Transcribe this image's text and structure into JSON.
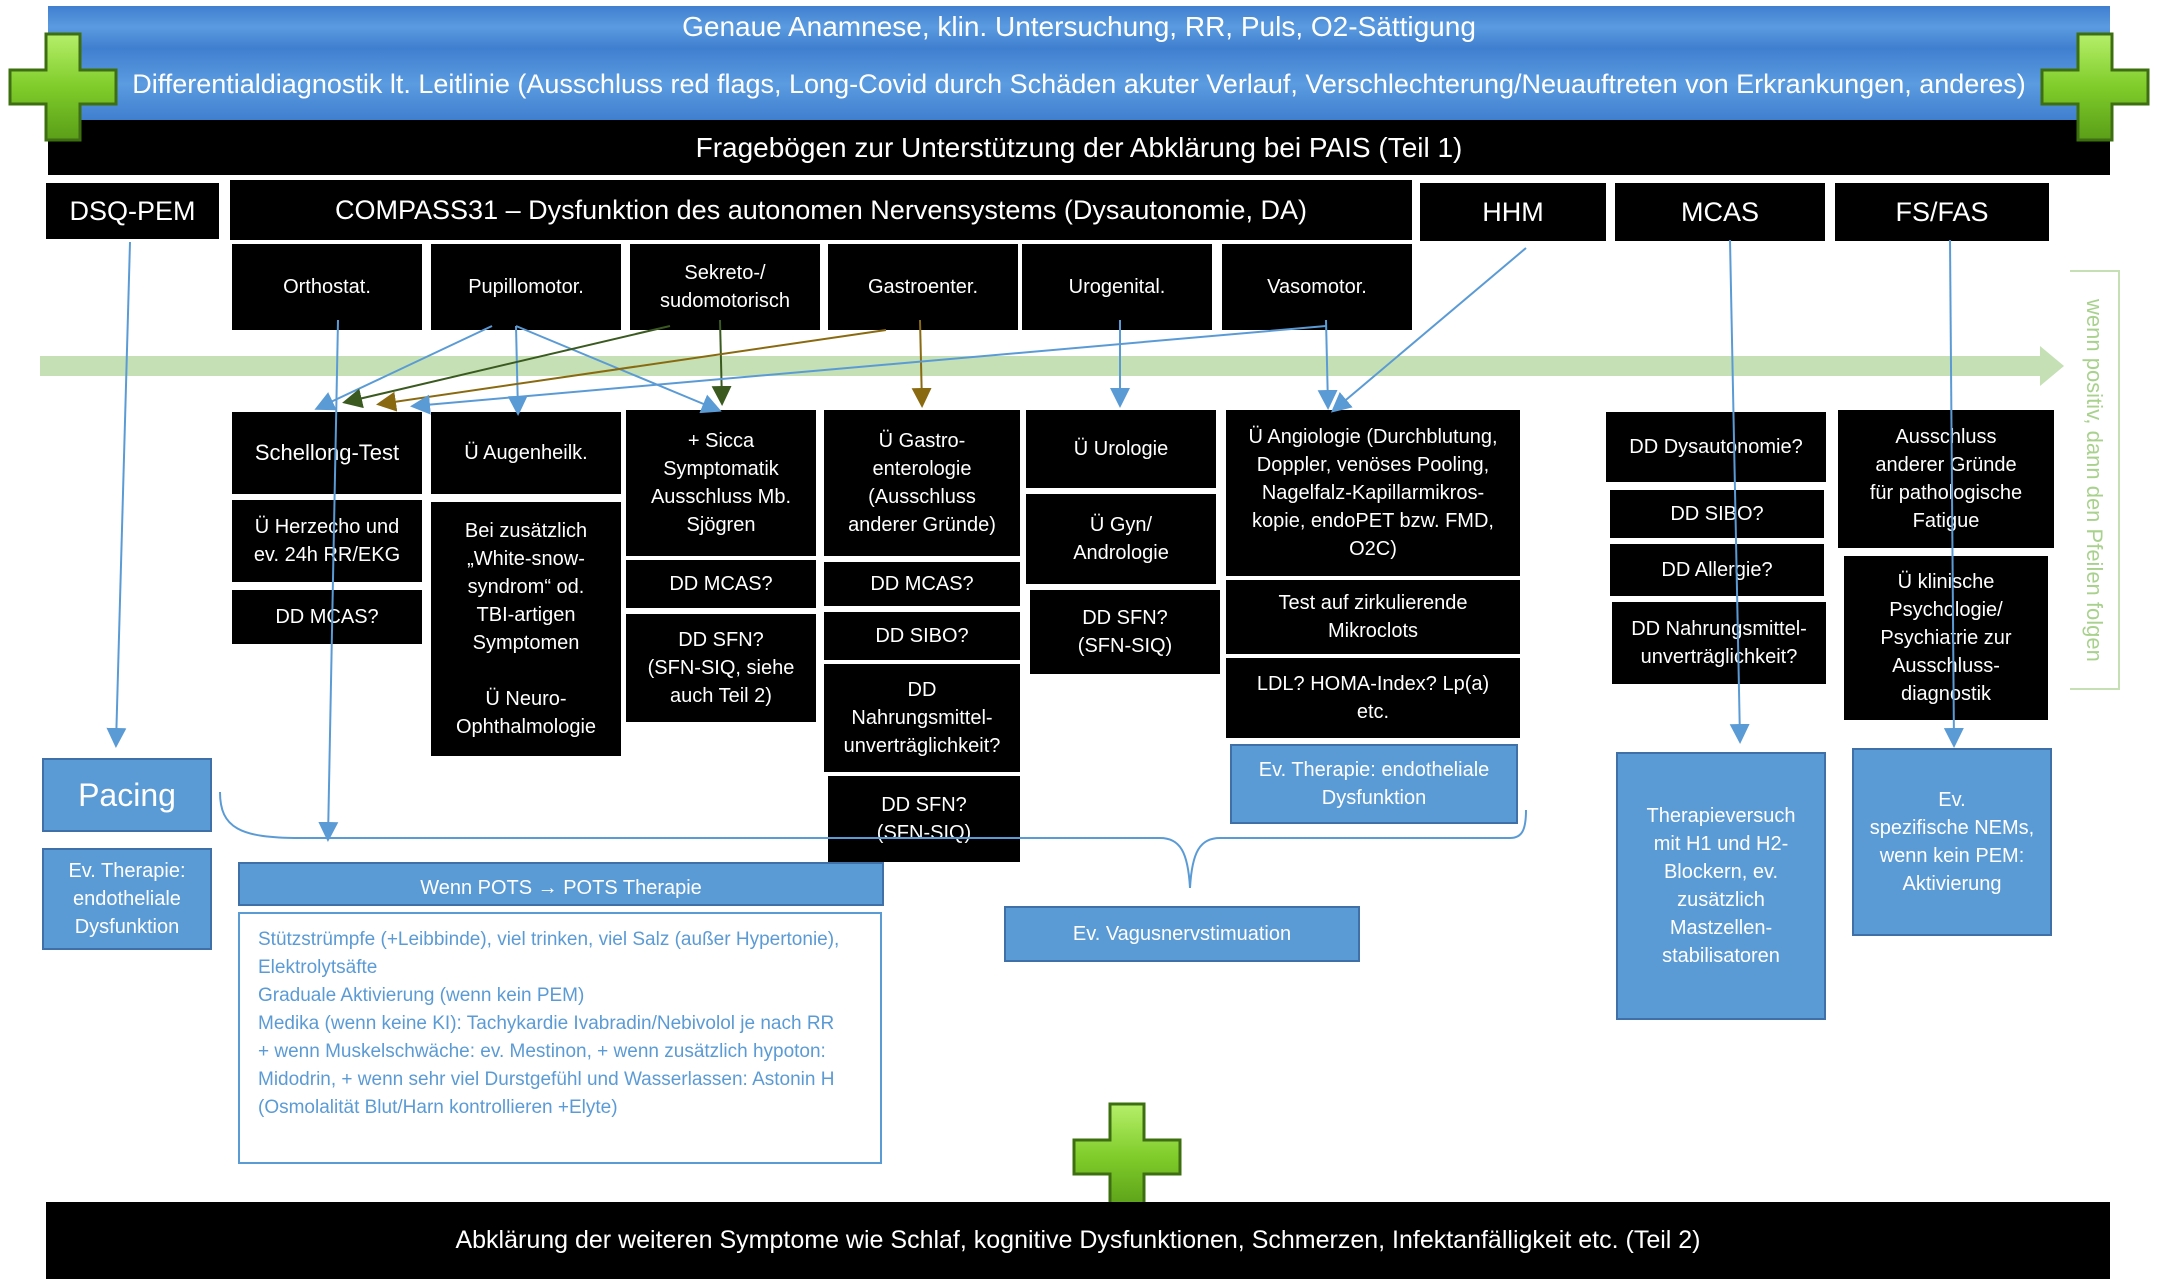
{
  "colors": {
    "black": "#000000",
    "blue": "#5b9bd5",
    "green_arrow": "#c5e0b4",
    "plus_green": "#8cd43a"
  },
  "top": {
    "line1": "Genaue Anamnese, klin. Untersuchung, RR, Puls, O2-Sättigung",
    "line2": "Differentialdiagnostik lt. Leitlinie (Ausschluss red flags, Long-Covid durch Schäden akuter Verlauf, Verschlechterung/Neuauftreten von Erkrankungen, anderes)",
    "line3": "Fragebögen zur Unterstützung der Abklärung bei PAIS (Teil 1)"
  },
  "headers": {
    "dsq": "DSQ-PEM",
    "compass": "COMPASS31 – Dysfunktion des autonomen Nervensystems (Dysautonomie, DA)",
    "hhm": "HHM",
    "mcas": "MCAS",
    "fs": "FS/FAS"
  },
  "categories": [
    "Orthostat.",
    "Pupillomotor.",
    "Sekreto-/\nsudomotorisch",
    "Gastroenter.",
    "Urogenital.",
    "Vasomotor."
  ],
  "side_arrow_text": "wenn positiv, dann den Pfeilen folgen",
  "boxes": {
    "schellong": "Schellong-Test",
    "herzecho": "Ü Herzecho und\nev. 24h RR/EKG",
    "dd_mcas_1": "DD MCAS?",
    "augen": "Ü Augenheilk.",
    "white_snow": "Bei zusätzlich\n„White-snow-\nsyndrom“ od.\nTBI-artigen\nSymptomen\n\nÜ Neuro-\nOphthalmologie",
    "sicca": "+ Sicca\nSymptomatik\nAusschluss Mb.\nSjögren",
    "dd_mcas_2": "DD MCAS?",
    "dd_sfn_1": "DD SFN?\n(SFN-SIQ, siehe\nauch Teil 2)",
    "gastro": "Ü Gastro-\nenterologie\n(Ausschluss\nanderer Gründe)",
    "dd_mcas_3": "DD MCAS?",
    "dd_sibo_1": "DD SIBO?",
    "dd_nahrung_1": "DD\nNahrungsmittel-\nunverträglichkeit?",
    "dd_sfn_2": "DD SFN?\n(SFN-SIQ)",
    "urologie": "Ü Urologie",
    "gyn": "Ü Gyn/\nAndrologie",
    "dd_sfn_3": "DD SFN?\n(SFN-SIQ)",
    "angio": "Ü Angiologie (Durchblutung,\nDoppler, venöses Pooling,\nNagelfalz-Kapillarmikros-\nkopie, endoPET bzw. FMD,\nO2C)",
    "mikroclots": "Test auf zirkulierende\nMikroclots",
    "ldl": "LDL? HOMA-Index? Lp(a)\netc.",
    "dd_dysauto": "DD Dysautonomie?",
    "dd_sibo_2": "DD SIBO?",
    "dd_allergie": "DD Allergie?",
    "dd_nahrung_2": "DD Nahrungsmittel-\nunverträglichkeit?",
    "fatigue": "Ausschluss\nanderer Gründe\nfür pathologische\nFatigue",
    "psycho": "Ü klinische\nPsychologie/\nPsychiatrie zur\nAusschluss-\ndiagnostik"
  },
  "therapy": {
    "pacing": "Pacing",
    "endo_left": "Ev. Therapie:\nendotheliale\nDysfunktion",
    "endo_right": "Ev. Therapie: endotheliale\nDysfunktion",
    "pots_title": "Wenn POTS → POTS Therapie",
    "pots_text": "Stützstrümpfe (+Leibbinde), viel trinken, viel Salz (außer Hypertonie),\nElektrolytsäfte\nGraduale Aktivierung (wenn kein PEM)\nMedika (wenn keine KI): Tachykardie Ivabradin/Nebivolol je nach RR\n+ wenn Muskelschwäche: ev. Mestinon, + wenn zusätzlich hypoton:\nMidodrin, + wenn sehr viel Durstgefühl und Wasserlassen: Astonin H\n(Osmolalität Blut/Harn kontrollieren +Elyte)",
    "vagus": "Ev. Vagusnervstimuation",
    "h1h2": "Therapieversuch\nmit H1 und H2-\nBlockern, ev.\nzusätzlich\nMastzellen-\nstabilisatoren",
    "nems": "Ev.\nspezifische NEMs,\nwenn kein PEM:\nAktivierung"
  },
  "bottom": "Abklärung der weiteren Symptome wie Schlaf, kognitive Dysfunktionen, Schmerzen, Infektanfälligkeit etc. (Teil 2)"
}
